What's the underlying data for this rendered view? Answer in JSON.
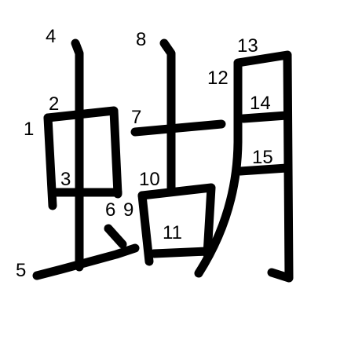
{
  "character": "蝴",
  "colors": {
    "background": "#ffffff",
    "stroke": "#000000",
    "label": "#000000"
  },
  "stroke_order": {
    "count": 15,
    "labels": [
      "1",
      "2",
      "3",
      "4",
      "5",
      "6",
      "7",
      "8",
      "9",
      "10",
      "11",
      "12",
      "13",
      "14",
      "15"
    ]
  }
}
